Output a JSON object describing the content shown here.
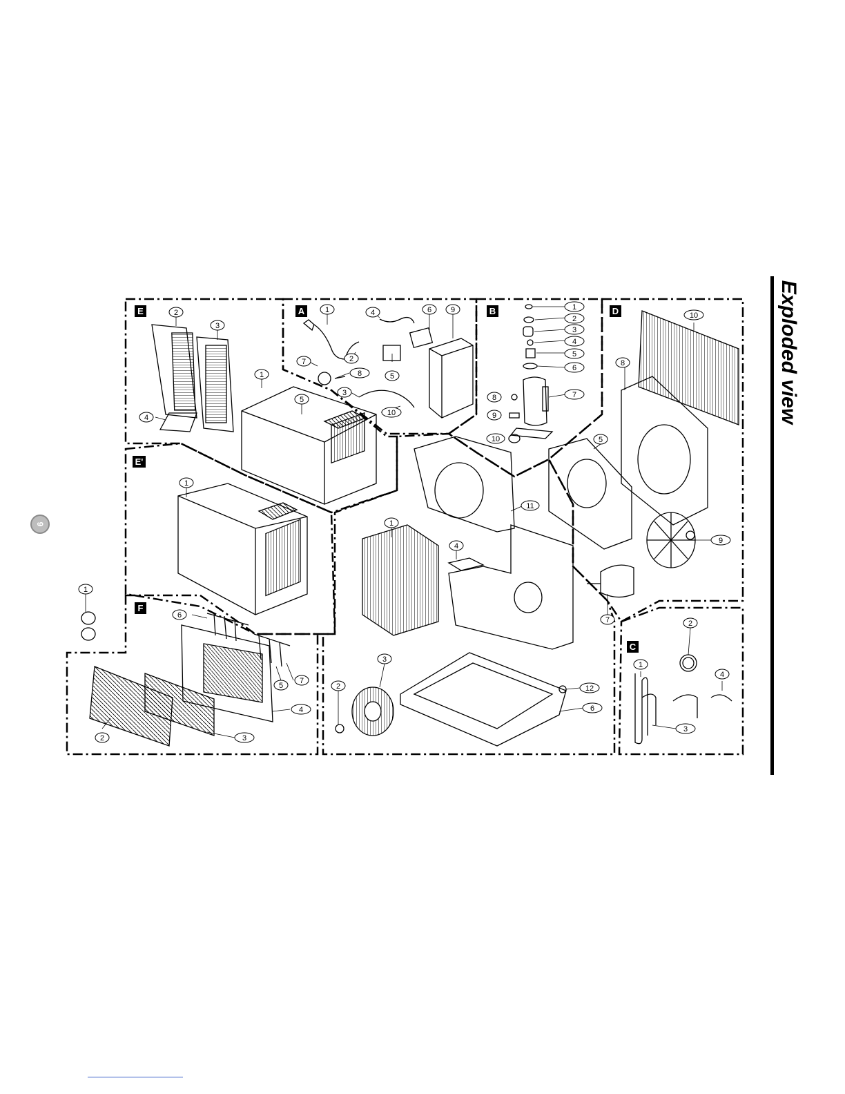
{
  "title": "Exploded view",
  "page_number": "9",
  "colors": {
    "ink": "#000000",
    "badge": "#bdbdbd",
    "footer_link": "#3a5fc8"
  },
  "sections": [
    {
      "id": "A",
      "label": "A",
      "parts": [
        "1",
        "2",
        "3",
        "4",
        "5",
        "6",
        "7",
        "8",
        "9",
        "10"
      ]
    },
    {
      "id": "B",
      "label": "B",
      "parts": [
        "1",
        "2",
        "3",
        "4",
        "5",
        "6",
        "7",
        "8",
        "9",
        "10"
      ]
    },
    {
      "id": "C",
      "label": "C",
      "parts": [
        "1",
        "2",
        "3",
        "4"
      ]
    },
    {
      "id": "D",
      "label": "D",
      "parts": [
        "5",
        "7",
        "8",
        "9",
        "10"
      ]
    },
    {
      "id": "E",
      "label": "E",
      "parts": [
        "1",
        "2",
        "3",
        "4",
        "5"
      ]
    },
    {
      "id": "E2",
      "label": "E'",
      "parts": [
        "1"
      ]
    },
    {
      "id": "F",
      "label": "F",
      "parts": [
        "1",
        "2",
        "3",
        "4",
        "5",
        "6",
        "7"
      ]
    },
    {
      "id": "main",
      "label": "",
      "parts": [
        "1",
        "2",
        "3",
        "4",
        "6",
        "11",
        "12"
      ]
    }
  ]
}
